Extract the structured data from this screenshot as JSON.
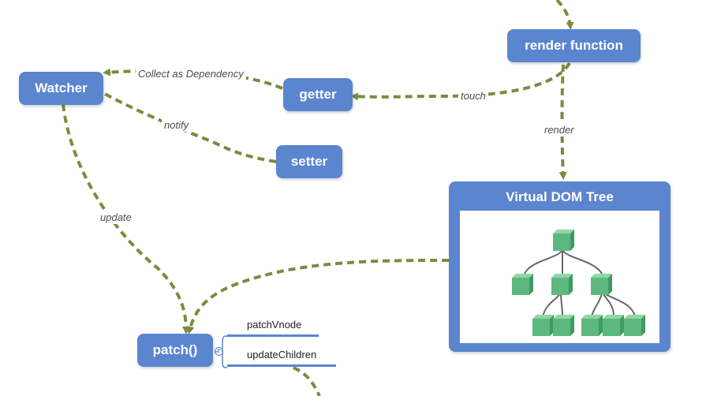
{
  "nodes": {
    "render_function": "render function",
    "watcher": "Watcher",
    "getter": "getter",
    "setter": "setter",
    "virtual_dom_tree": "Virtual DOM Tree",
    "patch": "patch()"
  },
  "edges": {
    "collect_as_dependency": "Collect as Dependency",
    "touch": "touch",
    "notify": "notify",
    "render": "render",
    "update": "update"
  },
  "patch_children": [
    "patchVnode",
    "updateChildren"
  ],
  "colors": {
    "node_fill": "#5b85cf",
    "arrow": "#7a8c3e",
    "cube": "#5cb87f"
  }
}
